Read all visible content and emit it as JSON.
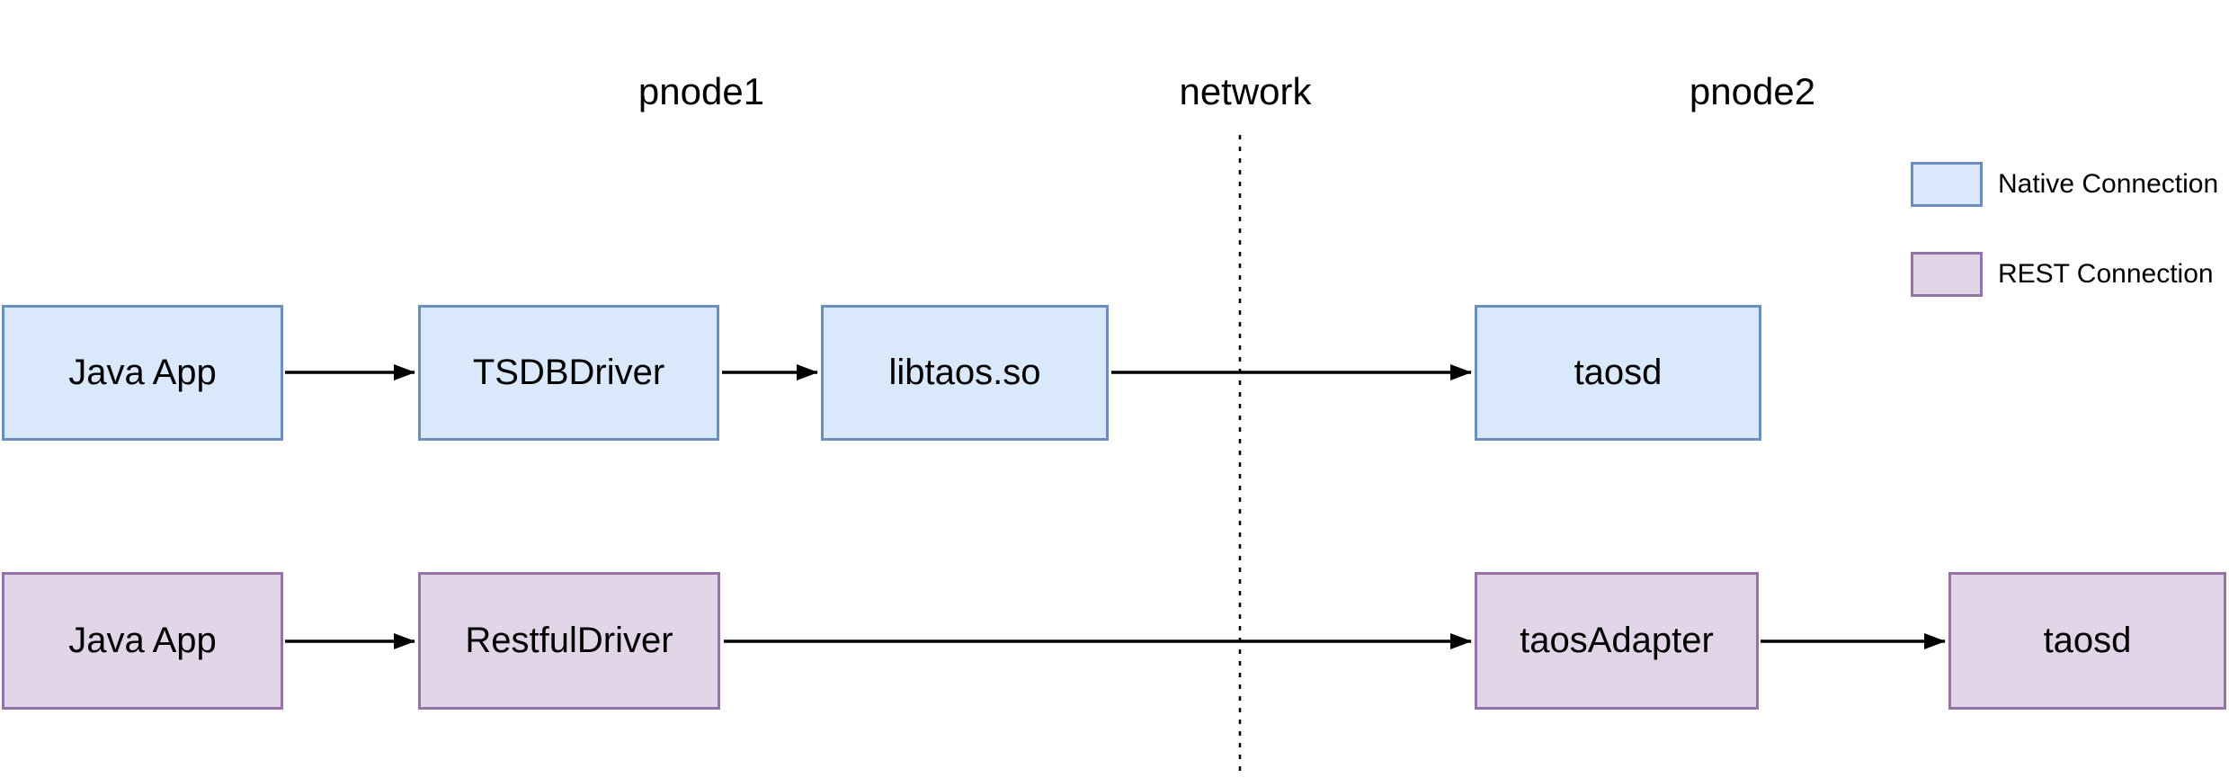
{
  "headers": {
    "pnode1": "pnode1",
    "network": "network",
    "pnode2": "pnode2"
  },
  "rows": {
    "native": {
      "nodes": [
        {
          "label": "Java App"
        },
        {
          "label": "TSDBDriver"
        },
        {
          "label": "libtaos.so"
        },
        {
          "label": "taosd"
        }
      ]
    },
    "rest": {
      "nodes": [
        {
          "label": "Java App"
        },
        {
          "label": "RestfulDriver"
        },
        {
          "label": "taosAdapter"
        },
        {
          "label": "taosd"
        }
      ]
    }
  },
  "legend": {
    "items": [
      {
        "label": "Native Connection",
        "fill": "#dae8fc",
        "border": "#6c8ebf"
      },
      {
        "label": "REST Connection",
        "fill": "#e1d5e7",
        "border": "#9673a6"
      }
    ]
  },
  "colors": {
    "native_fill": "#dae8fc",
    "native_border": "#6c8ebf",
    "rest_fill": "#e1d5e7",
    "rest_border": "#9673a6",
    "line": "#000000",
    "background": "#ffffff"
  }
}
